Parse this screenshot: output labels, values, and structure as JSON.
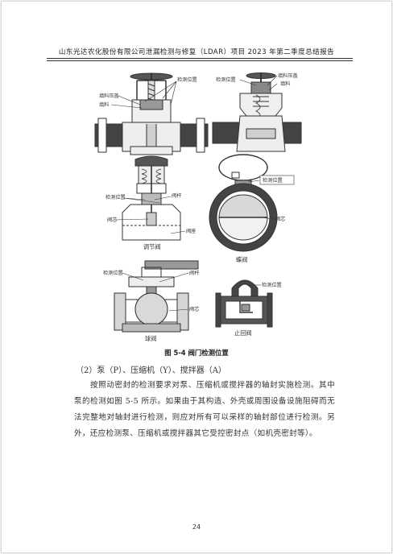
{
  "header": {
    "title": "山东光达农化股份有限公司泄漏检测与修复（LDAR）项目 2023 年第二季度总结报告"
  },
  "figures": {
    "gate_valve": {
      "label_check": "检测位置",
      "label_gland": "填料压盖",
      "label_packing": "填料"
    },
    "globe_top": {
      "label_check": "检测位置",
      "label_gland": "填料压盖",
      "label_packing": "填料"
    },
    "control_valve": {
      "caption": "调节阀",
      "label_check": "检测位置",
      "label_stem": "阀杆",
      "label_core": "阀芯",
      "label_seat": "阀座"
    },
    "butterfly_valve": {
      "caption": "蝶阀",
      "label_check": "检测位置",
      "label_core": "阀芯"
    },
    "ball_valve": {
      "caption": "球阀",
      "label_check": "检测位置",
      "label_stem": "阀杆",
      "label_core": "阀芯"
    },
    "check_valve": {
      "caption": "止回阀",
      "label_check": "检测位置"
    }
  },
  "figure_caption": "图 5-4 阀门检测位置",
  "section_heading": "（2）泵（P）、压缩机（Y）、搅拌器（A）",
  "paragraph": "按照动密封的检测要求对泵、压缩机或搅拌器的轴封实施检测。其中泵的检测如图 5-5 所示。如果由于其构造、外壳或周围设备设施阻碍而无法完整地对轴封进行检测，则应对所有可以采样的轴封部位进行检测。另外，还应检测泵、压缩机或搅拌器其它受控密封点（如机壳密封等）。",
  "page_number": "24"
}
